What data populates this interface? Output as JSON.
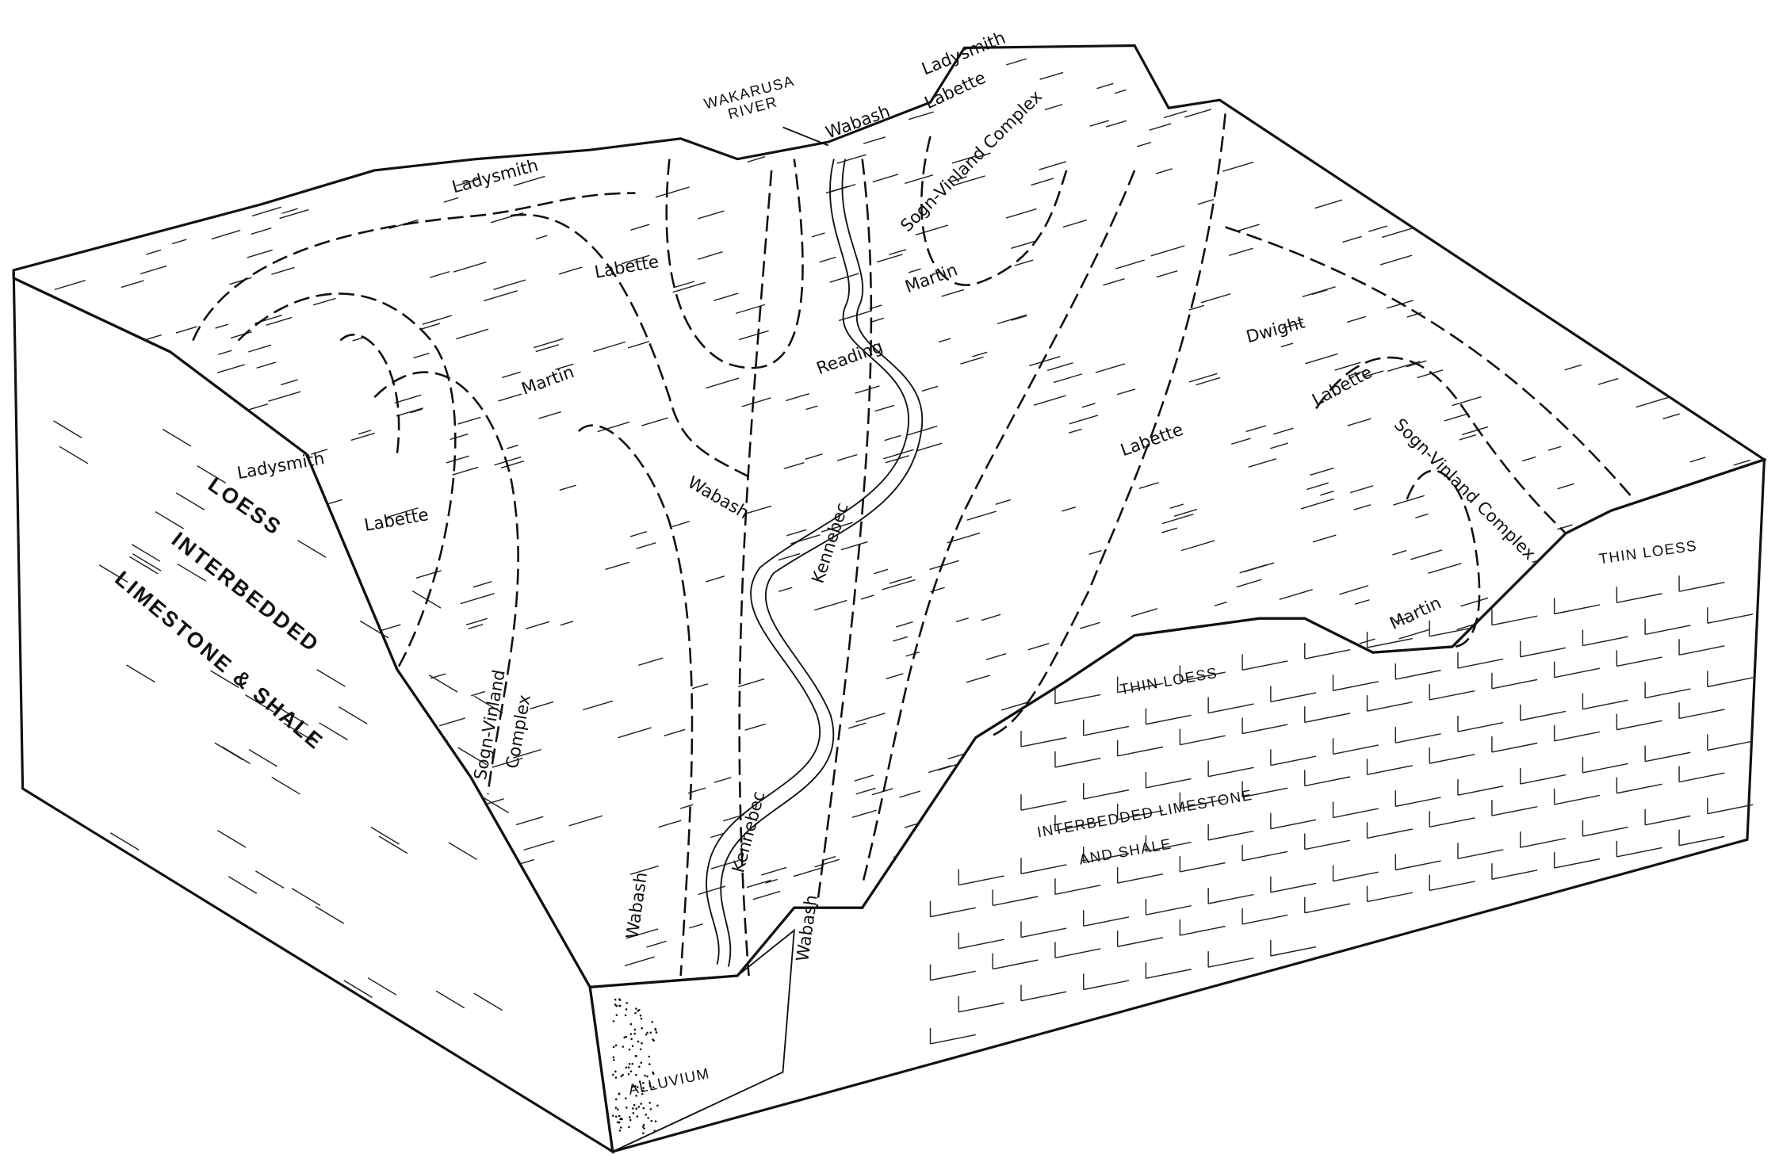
{
  "figure": {
    "colors": {
      "ink": "#111111",
      "paper": "#ffffff"
    },
    "river_label": {
      "line1": "WAKARUSA",
      "line2": "RIVER"
    },
    "soil_labels": {
      "wabash_top": "Wabash",
      "ladysmith_top_right": "Ladysmith",
      "labette_top_right": "Labette",
      "sogn_vinland_top": "Sogn-Vinland Complex",
      "ladysmith_back": "Ladysmith",
      "labette_back": "Labette",
      "martin_upper": "Martin",
      "martin_left": "Martin",
      "reading": "Reading",
      "dwight": "Dwight",
      "ladysmith_left": "Ladysmith",
      "labette_left": "Labette",
      "wabash_mid": "Wabash",
      "kennebec_mid": "Kennebec",
      "labette_center": "Labette",
      "labette_right": "Labette",
      "sogn_vinland_right": "Sogn-Vinland Complex",
      "martin_right": "Martin",
      "sogn_vinland_left_1": "Sogn-Vinland",
      "sogn_vinland_left_2": "Complex",
      "wabash_front_left": "Wabash",
      "kennebec_front": "Kennebec",
      "wabash_front_right": "Wabash"
    },
    "geology_labels": {
      "loess": "LOESS",
      "left_face_1": "INTERBEDDED",
      "left_face_2": "LIMESTONE & SHALE",
      "front_face_1": "INTERBEDDED LIMESTONE",
      "front_face_2": "AND SHALE",
      "thin_loess_right": "THIN LOESS",
      "thin_loess_front": "THIN LOESS",
      "alluvium": "ALLUVIUM"
    }
  }
}
